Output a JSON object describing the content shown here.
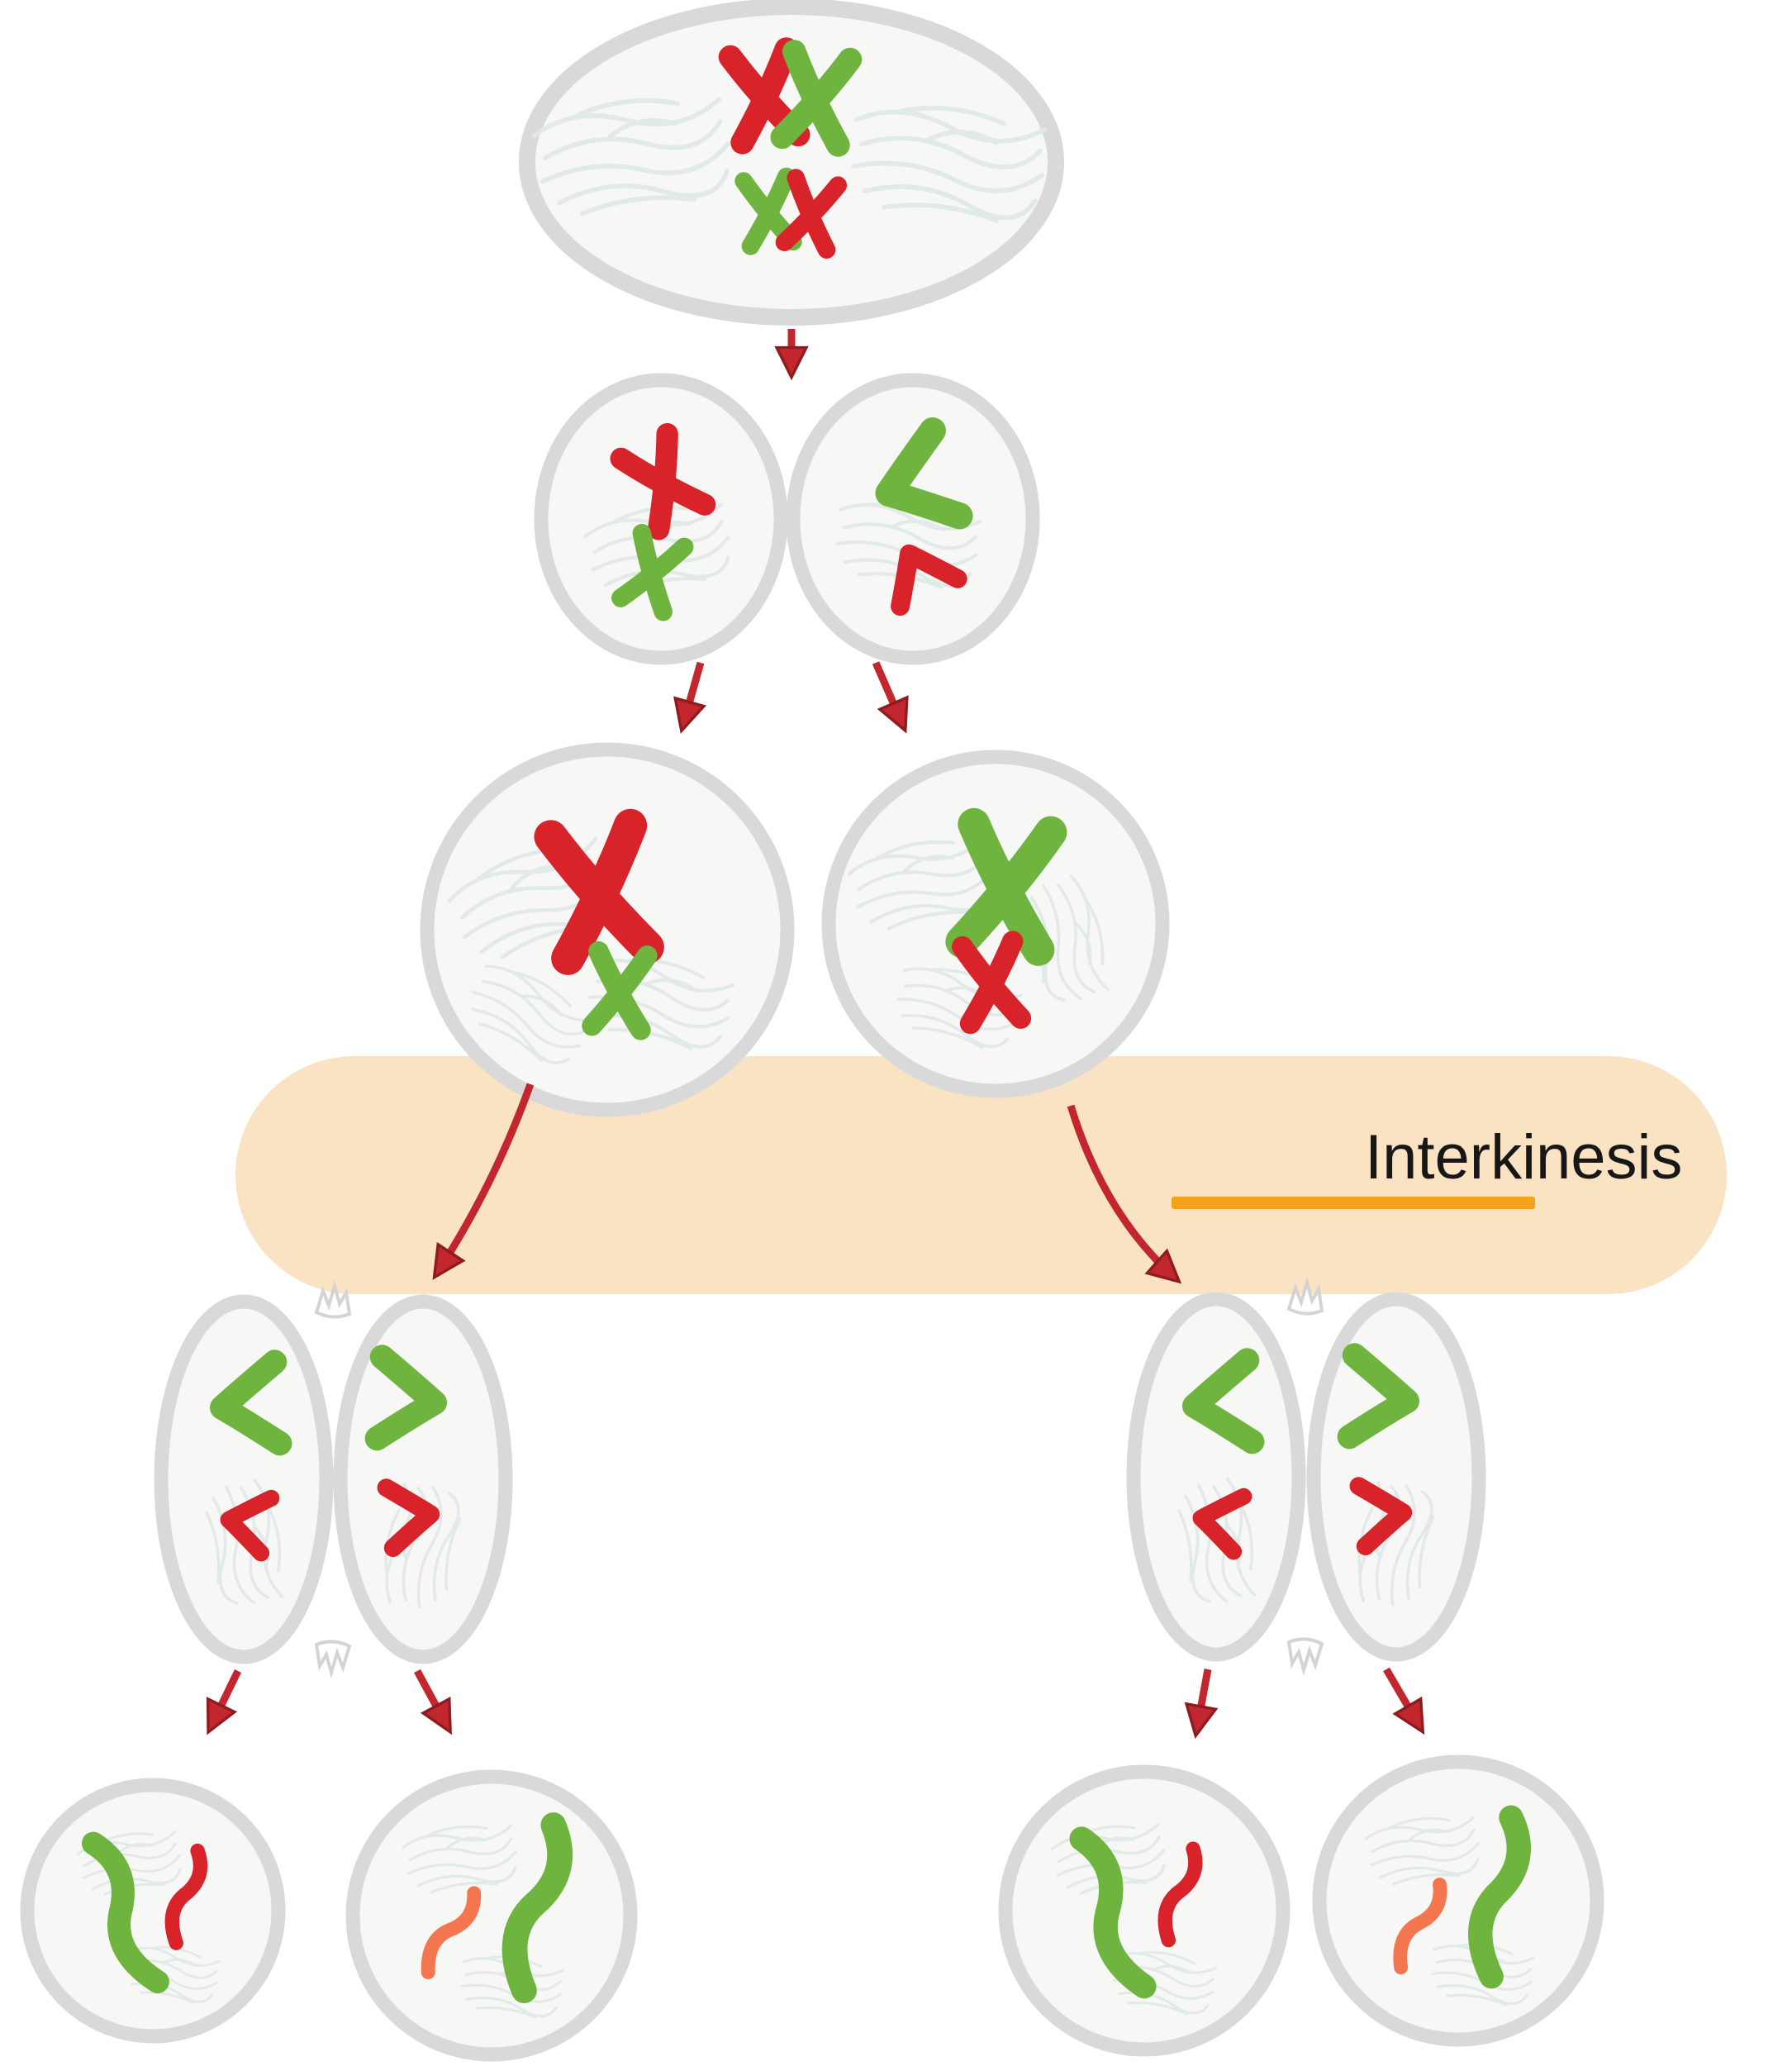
{
  "diagram": {
    "interkinesis_label": "Interkinesis",
    "colors": {
      "red": "#d8232a",
      "green": "#6fb43f",
      "salmon": "#f4764f",
      "band": "#fae3c3",
      "underline": "#f5a21b",
      "membrane": "#d9d9d9",
      "cytoplasm": "#f7f7f6",
      "fiber": "#dfe9e8",
      "arrow": "#c1272d",
      "arrow_dark": "#8e1b1f",
      "label_color": "#171717"
    },
    "stages": [
      {
        "id": "parent-cell",
        "desc": "Oval cell containing a large red X and green X chromosome pair and a smaller green X and red X pair"
      },
      {
        "id": "telophase-i-cell",
        "desc": "Cell pinching into two halves; left half has red X and green X, right half has green and red chromosomes"
      },
      {
        "id": "daughter-cell-left",
        "desc": "Round cell with large red X chromosome and smaller green X chromosome"
      },
      {
        "id": "daughter-cell-right",
        "desc": "Round cell with large green X chromosome and smaller red X chromosome"
      },
      {
        "id": "interkinesis-band",
        "desc": "Peach horizontal rounded band labeled Interkinesis with orange underline"
      },
      {
        "id": "meiosis-ii-cell-left",
        "desc": "Dividing cell; green chromatid chevrons separating at top, red chevrons at bottom"
      },
      {
        "id": "meiosis-ii-cell-right",
        "desc": "Dividing cell; green chromatid chevrons separating at top, red chevrons at bottom"
      },
      {
        "id": "gamete-1",
        "desc": "Round cell with green and red chromosomes"
      },
      {
        "id": "gamete-2",
        "desc": "Round cell with orange and green chromosomes"
      },
      {
        "id": "gamete-3",
        "desc": "Round cell with green and red chromosomes"
      },
      {
        "id": "gamete-4",
        "desc": "Round cell with orange and green chromosomes"
      }
    ]
  }
}
